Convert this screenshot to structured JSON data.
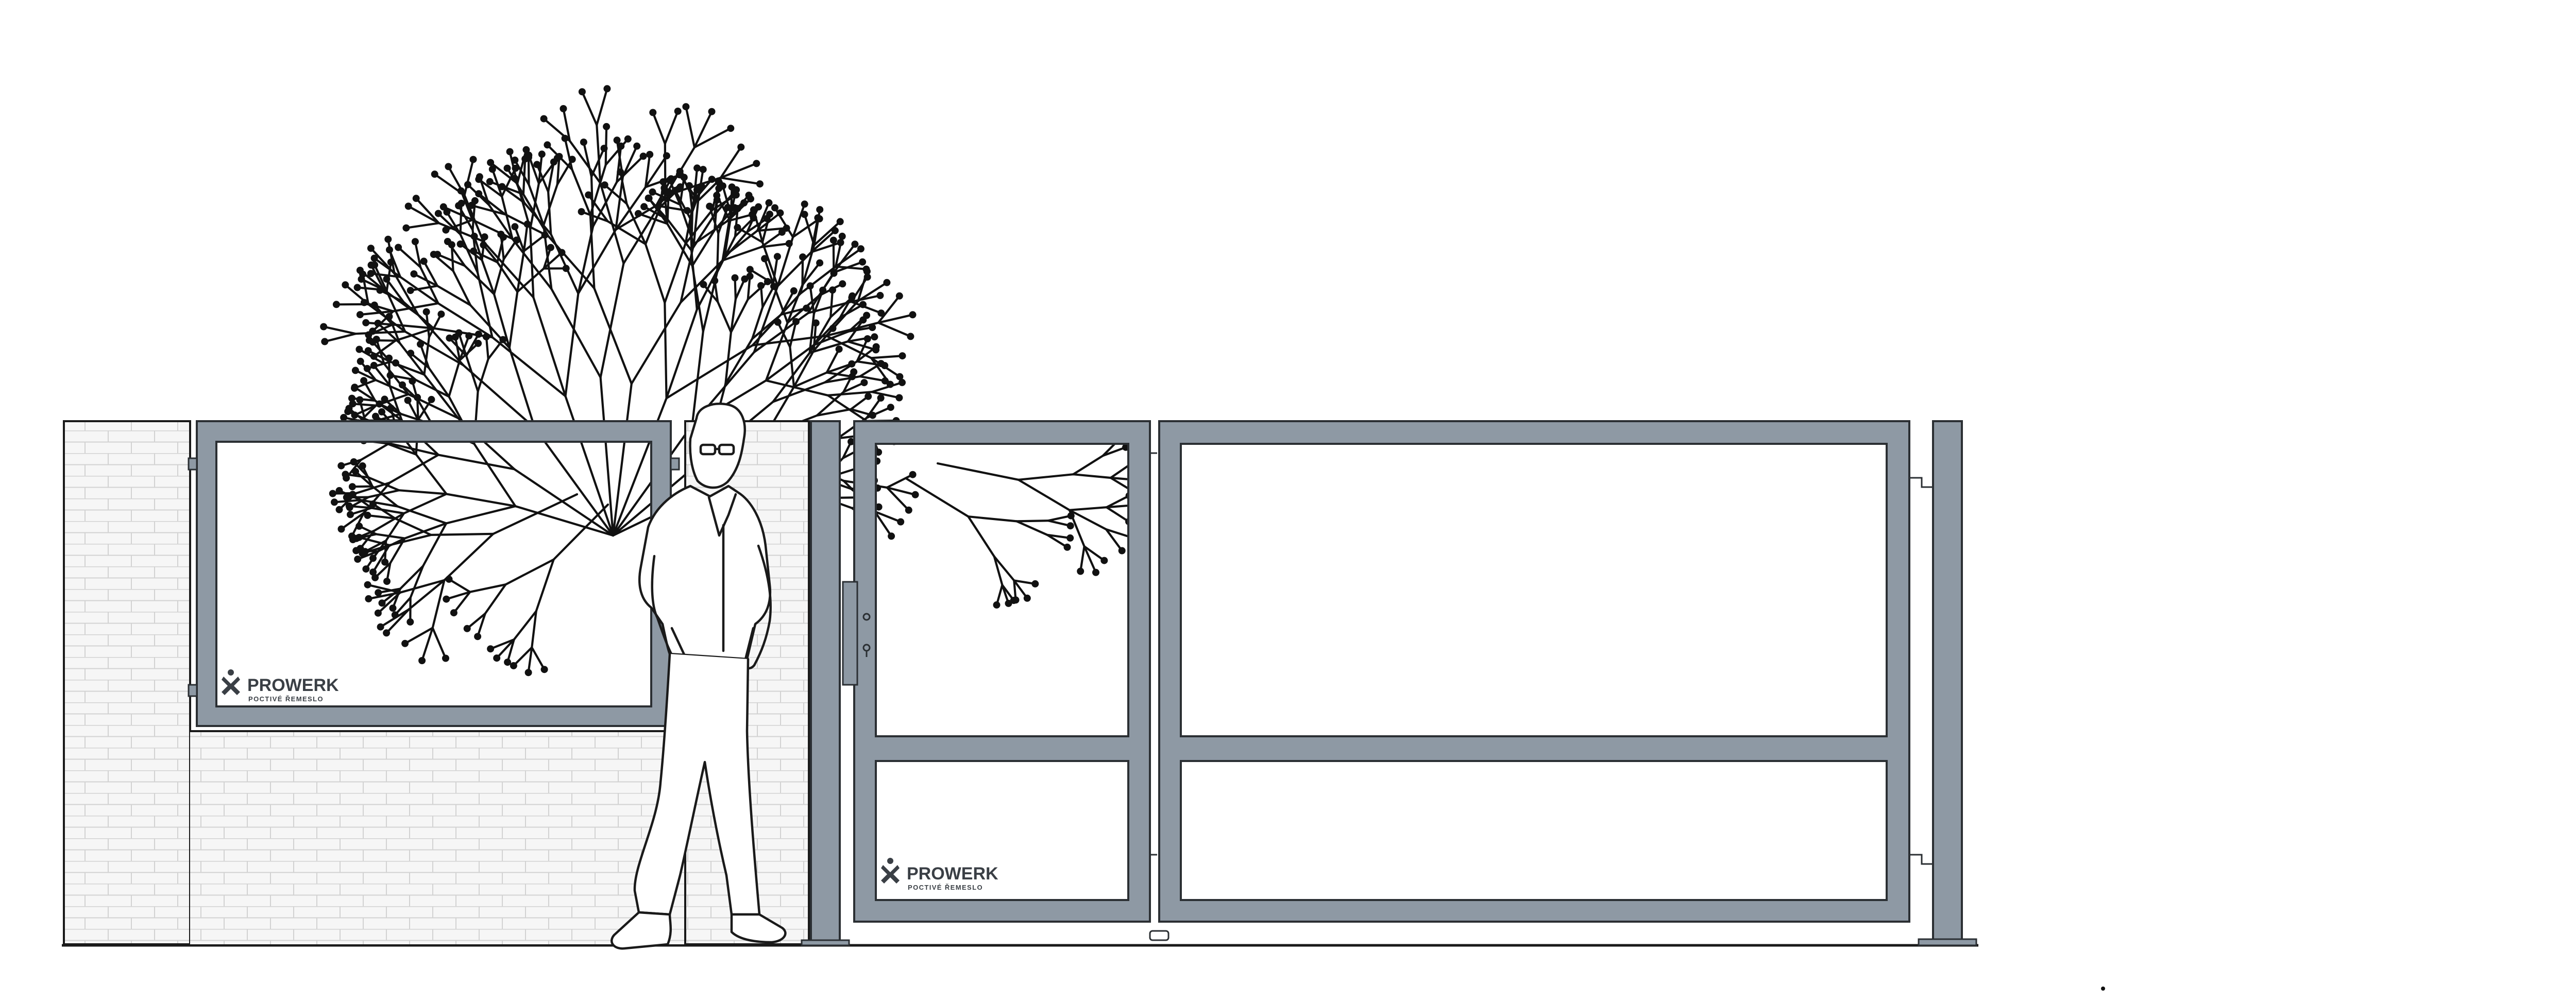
{
  "brand": {
    "name": "PROWERK",
    "tagline": "POCTIVÉ ŘEMESLO"
  },
  "colors": {
    "frame": "#8e99a4",
    "frame_stroke": "#2b2f33",
    "brick_fill": "#f6f6f6",
    "brick_line": "#d5d5d5",
    "ink": "#111111",
    "background": "#ffffff"
  },
  "scene": {
    "elements": [
      "brick-wall",
      "fence-panel",
      "tree",
      "person",
      "pedestrian-gate",
      "sliding-gate",
      "end-post"
    ]
  }
}
